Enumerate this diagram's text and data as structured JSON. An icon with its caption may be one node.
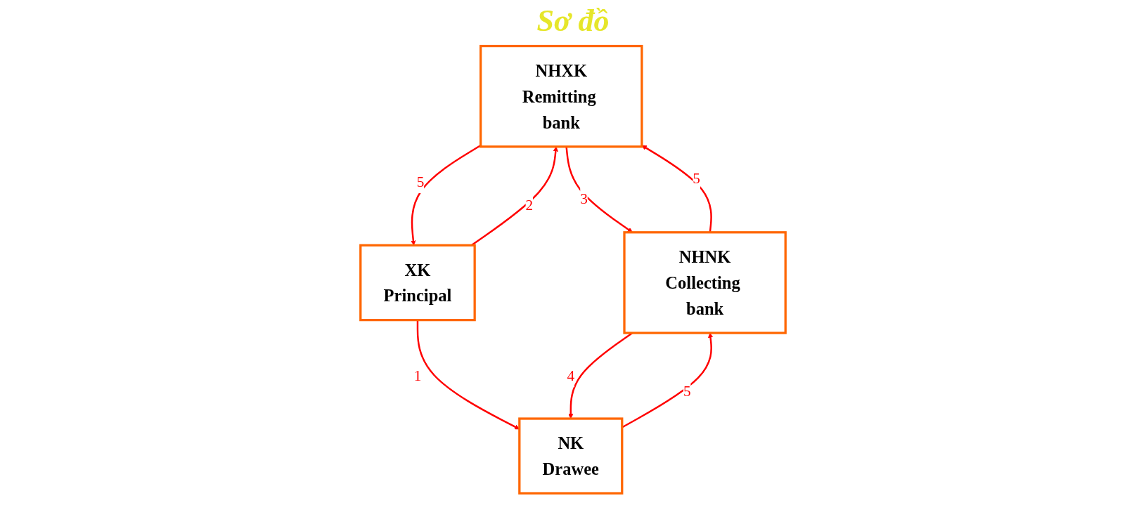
{
  "diagram": {
    "title": "Sơ đồ",
    "nodes": [
      {
        "text": [
          "NHXK",
          "Remitting bank"
        ]
      },
      {
        "text": [
          "NHNK",
          "Collecting bank"
        ]
      },
      {
        "text": [
          "XK",
          "Principal"
        ]
      },
      {
        "text": [
          "NK",
          "Drawee"
        ]
      }
    ],
    "edges": [
      {
        "from": 2,
        "to": 3,
        "arrow": "to",
        "label": "1"
      },
      {
        "from": 2,
        "to": 0,
        "arrow": "to",
        "label": "2"
      },
      {
        "from": 0,
        "to": 1,
        "arrow": "to",
        "label": "3"
      },
      {
        "from": 1,
        "to": 3,
        "arrow": "to",
        "label": "4"
      },
      {
        "from": 3,
        "to": 1,
        "arrow": "to",
        "label": "5"
      },
      {
        "from": 1,
        "to": 0,
        "arrow": "to",
        "label": "5"
      },
      {
        "from": 0,
        "to": 2,
        "arrow": "to",
        "label": "5"
      }
    ]
  }
}
